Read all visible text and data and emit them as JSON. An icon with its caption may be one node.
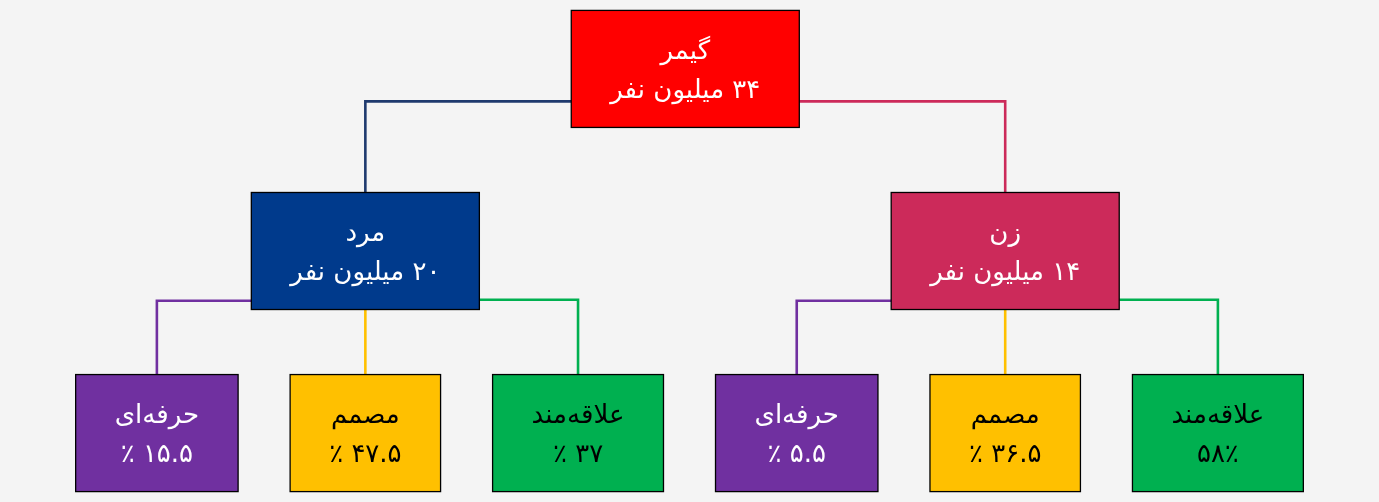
{
  "diagram": {
    "nodes": [
      {
        "text": [
          "گیمر",
          "۳۴ میلیون نفر"
        ]
      },
      {
        "text": [
          "مرد",
          "۲۰ میلیون نفر"
        ]
      },
      {
        "text": [
          "زن",
          "۱۴ میلیون نفر"
        ]
      },
      {
        "text": [
          "حرفه‌ای",
          "۱۵.۵ ٪"
        ]
      },
      {
        "text": [
          "مصمم",
          "۴۷.۵ ٪"
        ]
      },
      {
        "text": [
          "علاقه‌مند",
          "۳۷ ٪"
        ]
      },
      {
        "text": [
          "حرفه‌ای",
          "۵.۵ ٪"
        ]
      },
      {
        "text": [
          "مصمم",
          "۳۶.۵ ٪"
        ]
      },
      {
        "text": [
          "علاقه‌مند",
          "۵۸٪"
        ]
      }
    ],
    "edges": [
      {
        "from": 0,
        "to": 1,
        "arrow": "none",
        "color": "#1f3a6e"
      },
      {
        "from": 0,
        "to": 2,
        "arrow": "none",
        "color": "#cc2a5a"
      },
      {
        "from": 1,
        "to": 3,
        "arrow": "none",
        "color": "#7030a0"
      },
      {
        "from": 1,
        "to": 4,
        "arrow": "none",
        "color": "#ffc000"
      },
      {
        "from": 1,
        "to": 5,
        "arrow": "none",
        "color": "#00b050"
      },
      {
        "from": 2,
        "to": 6,
        "arrow": "none",
        "color": "#7030a0"
      },
      {
        "from": 2,
        "to": 7,
        "arrow": "none",
        "color": "#ffc000"
      },
      {
        "from": 2,
        "to": 8,
        "arrow": "none",
        "color": "#00b050"
      }
    ]
  }
}
